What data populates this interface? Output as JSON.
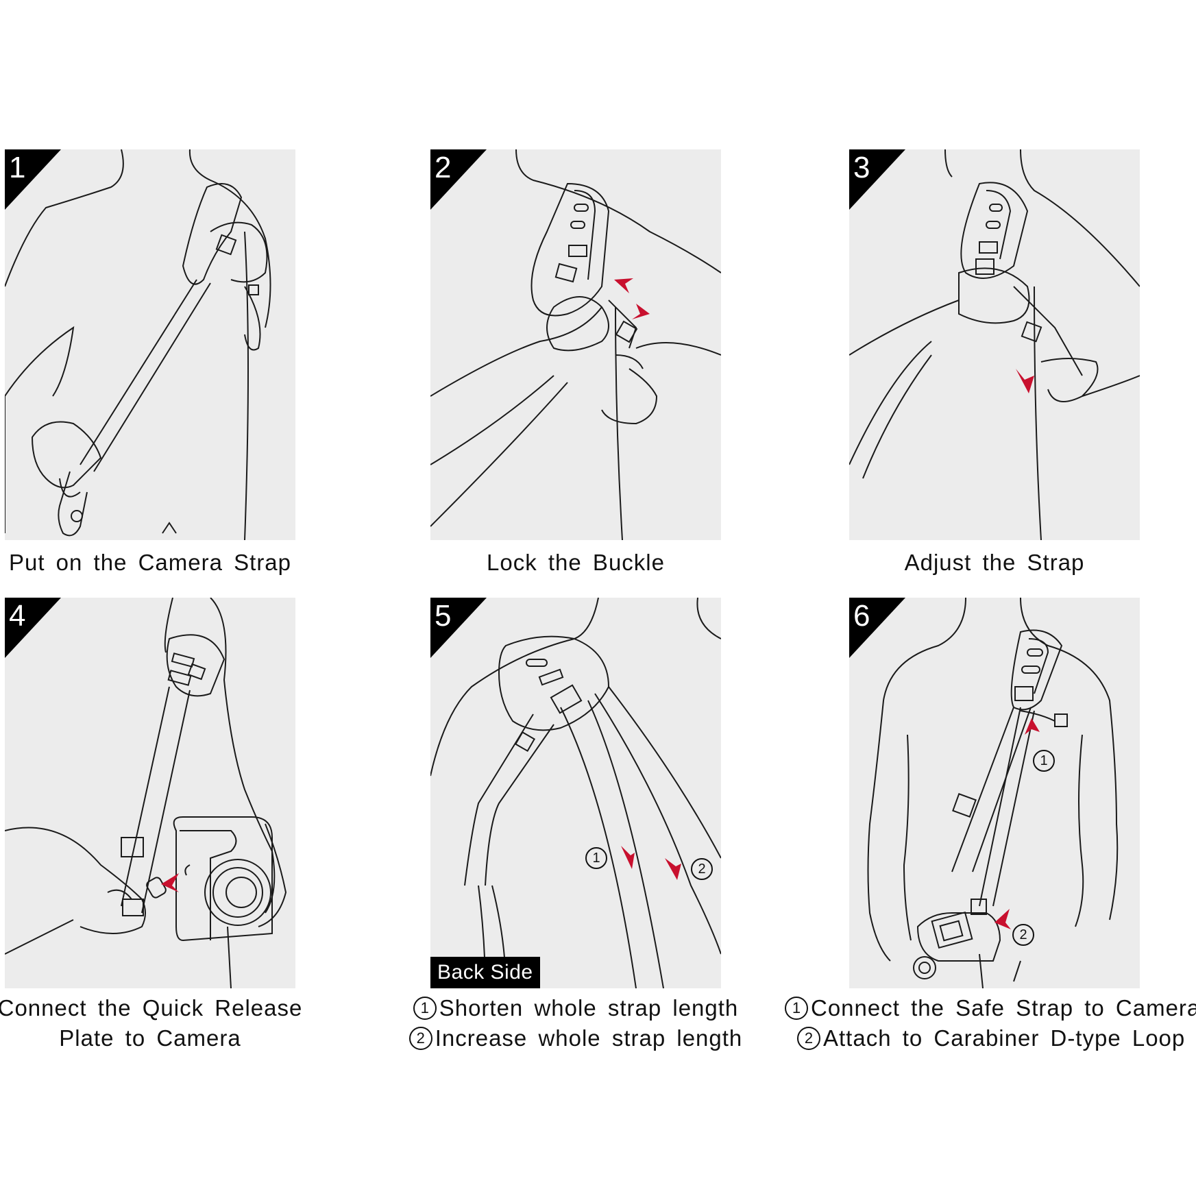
{
  "steps": [
    {
      "number": "1",
      "caption_lines": [
        "Put on the Camera Strap"
      ]
    },
    {
      "number": "2",
      "caption_lines": [
        "Lock the Buckle"
      ]
    },
    {
      "number": "3",
      "caption_lines": [
        "Adjust the Strap"
      ]
    },
    {
      "number": "4",
      "caption_lines": [
        "Connect the Quick Release",
        "Plate to Camera"
      ]
    },
    {
      "number": "5",
      "badge": "Back Side",
      "markers": [
        "1",
        "2"
      ],
      "caption_lines": [
        {
          "marker": "1",
          "text": "Shorten whole strap length"
        },
        {
          "marker": "2",
          "text": "Increase whole strap length"
        }
      ]
    },
    {
      "number": "6",
      "markers": [
        "1",
        "2"
      ],
      "caption_lines": [
        {
          "marker": "1",
          "text": "Connect the Safe Strap to Camera"
        },
        {
          "marker": "2",
          "text": "Attach to Carabiner D-type Loop"
        }
      ]
    }
  ],
  "colors": {
    "panel_bg": "#ececec",
    "line": "#1a1a1a",
    "arrow": "#c8102e",
    "badge": "#000000"
  }
}
